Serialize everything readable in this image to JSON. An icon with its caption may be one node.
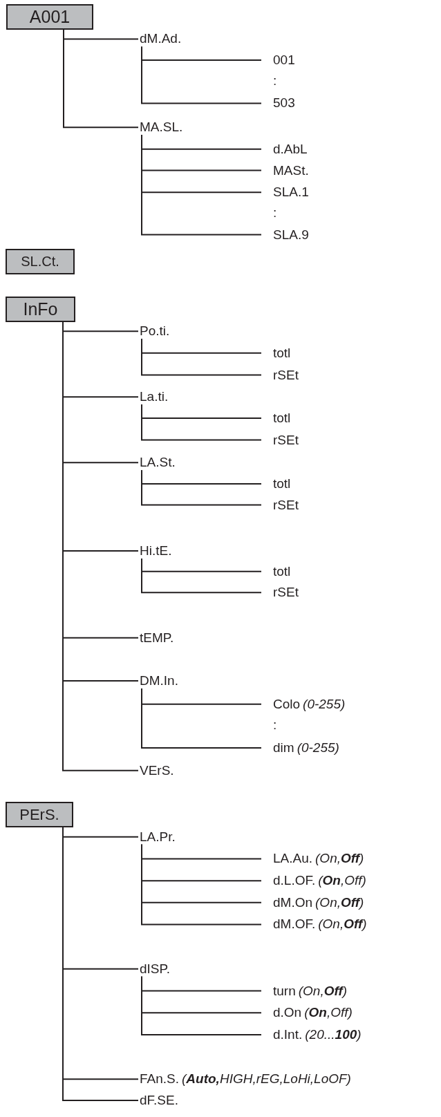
{
  "diagram": {
    "nodes": [
      {
        "text": [
          "A001"
        ]
      },
      {
        "text": [
          "dM.Ad."
        ]
      },
      {
        "text": [
          "001"
        ]
      },
      {
        "text": [
          "503"
        ]
      },
      {
        "text": [
          "MA.SL."
        ]
      },
      {
        "text": [
          "d.AbL"
        ]
      },
      {
        "text": [
          "MASt."
        ]
      },
      {
        "text": [
          "SLA.1"
        ]
      },
      {
        "text": [
          "SLA.9"
        ]
      },
      {
        "text": [
          "SL.Ct."
        ]
      },
      {
        "text": [
          "InFo"
        ]
      },
      {
        "text": [
          "Po.ti."
        ]
      },
      {
        "text": [
          "totl"
        ]
      },
      {
        "text": [
          "rSEt"
        ]
      },
      {
        "text": [
          "La.ti."
        ]
      },
      {
        "text": [
          "totl"
        ]
      },
      {
        "text": [
          "rSEt"
        ]
      },
      {
        "text": [
          "LA.St."
        ]
      },
      {
        "text": [
          "totl"
        ]
      },
      {
        "text": [
          "rSEt"
        ]
      },
      {
        "text": [
          "Hi.tE."
        ]
      },
      {
        "text": [
          "totl"
        ]
      },
      {
        "text": [
          "rSEt"
        ]
      },
      {
        "text": [
          "tEMP."
        ]
      },
      {
        "text": [
          "DM.In."
        ]
      },
      {
        "text": [
          "Colo",
          "(0-255)"
        ]
      },
      {
        "text": [
          "dim",
          "(0-255)"
        ]
      },
      {
        "text": [
          "VErS."
        ]
      },
      {
        "text": [
          "PErS."
        ]
      },
      {
        "text": [
          "LA.Pr."
        ]
      },
      {
        "text": [
          "LA.Au.",
          "(On,**Off**)"
        ]
      },
      {
        "text": [
          "d.L.OF.",
          "(**On**,Off)"
        ]
      },
      {
        "text": [
          "dM.On",
          "(On,**Off**)"
        ]
      },
      {
        "text": [
          "dM.OF.",
          "(On,**Off**)"
        ]
      },
      {
        "text": [
          "dISP."
        ]
      },
      {
        "text": [
          "turn",
          "(On,**Off**)"
        ]
      },
      {
        "text": [
          "d.On",
          "(**On**,Off)"
        ]
      },
      {
        "text": [
          "d.Int.",
          "(20...**100**)"
        ]
      },
      {
        "text": [
          "FAn.S.",
          "(**Auto,**HIGH,rEG,LoHi,LoOF)"
        ]
      },
      {
        "text": [
          "dF.SE."
        ]
      }
    ],
    "edges": [
      {
        "from": 0,
        "to": 1,
        "arrow": "none"
      },
      {
        "from": 1,
        "to": 2,
        "arrow": "none"
      },
      {
        "from": 1,
        "to": 3,
        "arrow": "none"
      },
      {
        "from": 0,
        "to": 4,
        "arrow": "none"
      },
      {
        "from": 4,
        "to": 5,
        "arrow": "none"
      },
      {
        "from": 4,
        "to": 6,
        "arrow": "none"
      },
      {
        "from": 4,
        "to": 7,
        "arrow": "none"
      },
      {
        "from": 4,
        "to": 8,
        "arrow": "none"
      },
      {
        "from": 10,
        "to": 11,
        "arrow": "none"
      },
      {
        "from": 11,
        "to": 12,
        "arrow": "none"
      },
      {
        "from": 11,
        "to": 13,
        "arrow": "none"
      },
      {
        "from": 10,
        "to": 14,
        "arrow": "none"
      },
      {
        "from": 14,
        "to": 15,
        "arrow": "none"
      },
      {
        "from": 14,
        "to": 16,
        "arrow": "none"
      },
      {
        "from": 10,
        "to": 17,
        "arrow": "none"
      },
      {
        "from": 17,
        "to": 18,
        "arrow": "none"
      },
      {
        "from": 17,
        "to": 19,
        "arrow": "none"
      },
      {
        "from": 10,
        "to": 20,
        "arrow": "none"
      },
      {
        "from": 20,
        "to": 21,
        "arrow": "none"
      },
      {
        "from": 20,
        "to": 22,
        "arrow": "none"
      },
      {
        "from": 10,
        "to": 23,
        "arrow": "none"
      },
      {
        "from": 10,
        "to": 24,
        "arrow": "none"
      },
      {
        "from": 24,
        "to": 25,
        "arrow": "none"
      },
      {
        "from": 24,
        "to": 26,
        "arrow": "none"
      },
      {
        "from": 10,
        "to": 27,
        "arrow": "none"
      },
      {
        "from": 28,
        "to": 29,
        "arrow": "none"
      },
      {
        "from": 29,
        "to": 30,
        "arrow": "none"
      },
      {
        "from": 29,
        "to": 31,
        "arrow": "none"
      },
      {
        "from": 29,
        "to": 32,
        "arrow": "none"
      },
      {
        "from": 29,
        "to": 33,
        "arrow": "none"
      },
      {
        "from": 28,
        "to": 34,
        "arrow": "none"
      },
      {
        "from": 34,
        "to": 35,
        "arrow": "none"
      },
      {
        "from": 34,
        "to": 36,
        "arrow": "none"
      },
      {
        "from": 34,
        "to": 37,
        "arrow": "none"
      },
      {
        "from": 28,
        "to": 38,
        "arrow": "none"
      },
      {
        "from": 28,
        "to": 39,
        "arrow": "none"
      }
    ],
    "labels": [
      ":",
      ":",
      ":"
    ]
  }
}
